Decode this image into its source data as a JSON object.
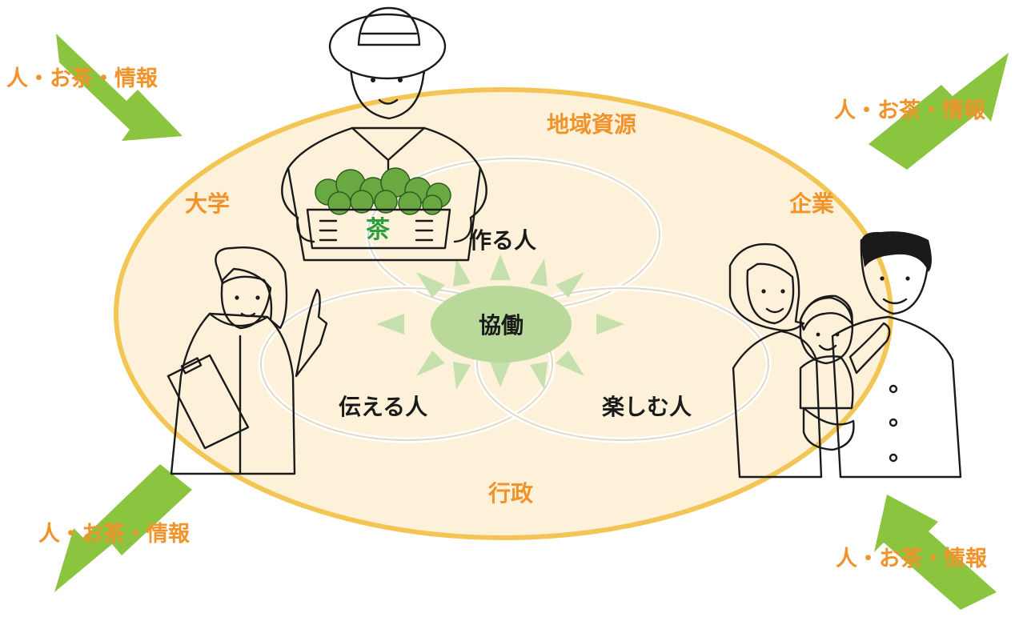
{
  "colors": {
    "arrow": "#8bc43f",
    "ellipse_fill": "#fdf1d9",
    "ellipse_stroke": "#f3c554",
    "center_fill": "#b9d99a",
    "ray": "#c6e0ad",
    "label_orange": "#f0932b",
    "shirt_yellow": "#f5b70c"
  },
  "flow_labels": {
    "top_left": "人・お茶・情報",
    "top_right": "人・お茶・情報",
    "bottom_left": "人・お茶・情報",
    "bottom_right": "人・お茶・情報"
  },
  "outer_labels": {
    "top": "地域資源",
    "left": "大学",
    "right": "企業",
    "bottom": "行政"
  },
  "circles": {
    "top": "作る人",
    "left": "伝える人",
    "right": "楽しむ人"
  },
  "center": "協働",
  "basket_label": "茶",
  "icons": [
    "farmer-with-tea-basket",
    "woman-with-clipboard",
    "family-with-child"
  ]
}
